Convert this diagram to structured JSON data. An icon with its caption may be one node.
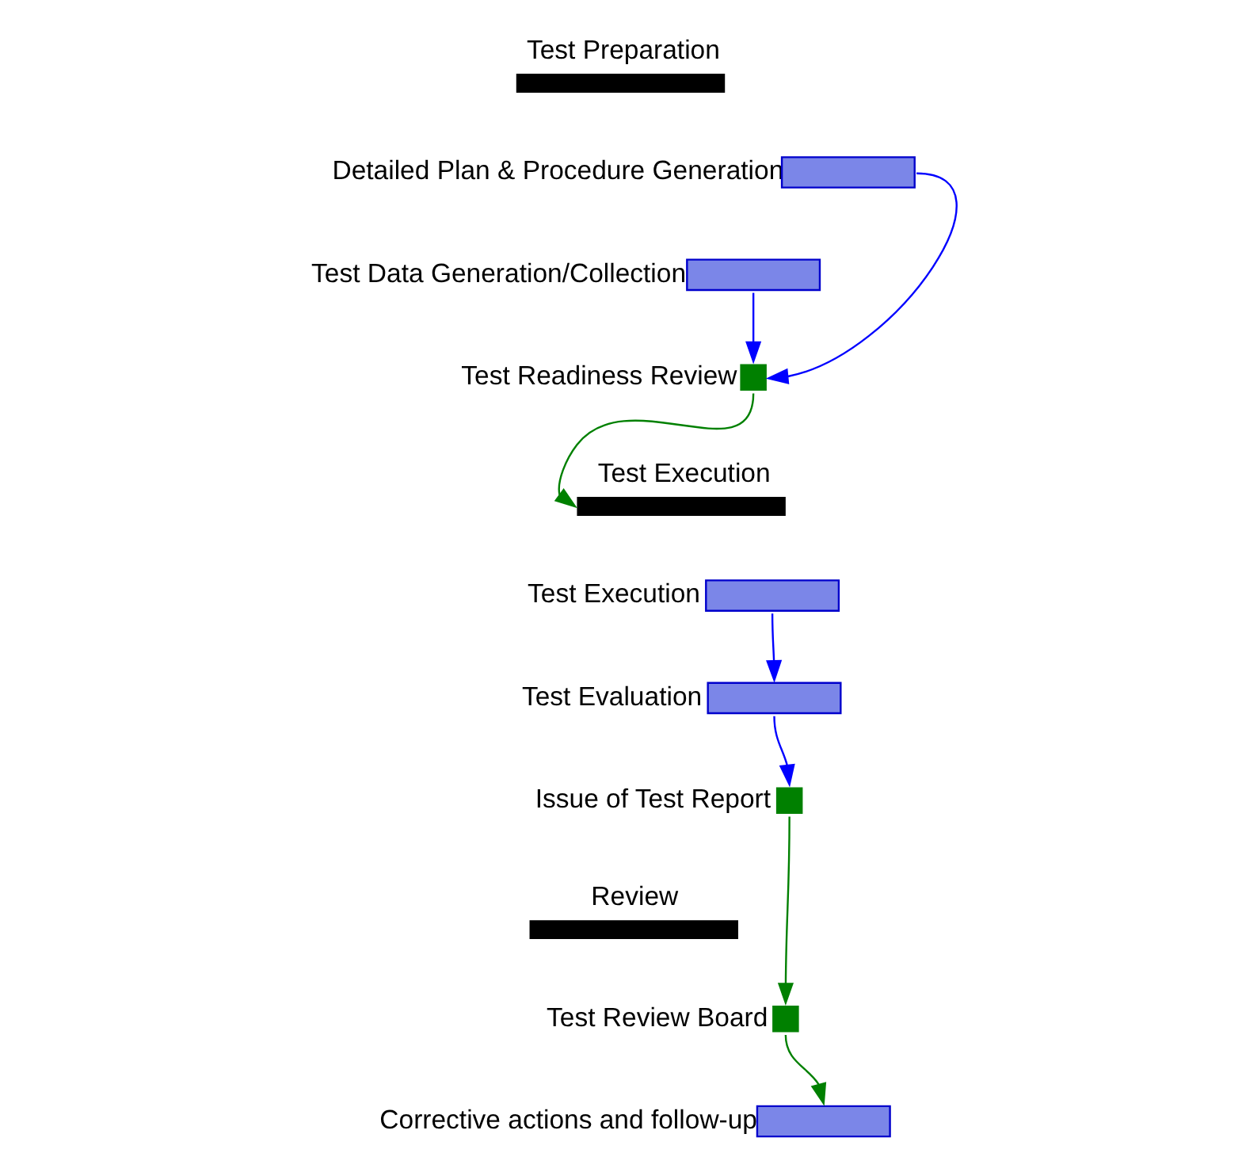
{
  "diagram": {
    "nodes": [
      {
        "text": [
          "Test Preparation"
        ]
      },
      {
        "text": [
          "Detailed Plan & Procedure Generation"
        ]
      },
      {
        "text": [
          "Test Data Generation/Collection"
        ]
      },
      {
        "text": [
          "Test Readiness Review"
        ]
      },
      {
        "text": [
          "Test Execution"
        ]
      },
      {
        "text": [
          "Test Execution"
        ]
      },
      {
        "text": [
          "Test Evaluation"
        ]
      },
      {
        "text": [
          "Issue of Test Report"
        ]
      },
      {
        "text": [
          "Review"
        ]
      },
      {
        "text": [
          "Test Review Board"
        ]
      },
      {
        "text": [
          "Corrective actions and follow-up"
        ]
      }
    ],
    "edges": [
      {
        "from": 1,
        "to": 3,
        "arrow": "to"
      },
      {
        "from": 2,
        "to": 3,
        "arrow": "to"
      },
      {
        "from": 3,
        "to": 4,
        "arrow": "to",
        "color": "#008000"
      },
      {
        "from": 5,
        "to": 6,
        "arrow": "to"
      },
      {
        "from": 6,
        "to": 7,
        "arrow": "to"
      },
      {
        "from": 7,
        "to": 9,
        "arrow": "to",
        "color": "#008000"
      },
      {
        "from": 9,
        "to": 10,
        "arrow": "to",
        "color": "#008000"
      }
    ]
  }
}
